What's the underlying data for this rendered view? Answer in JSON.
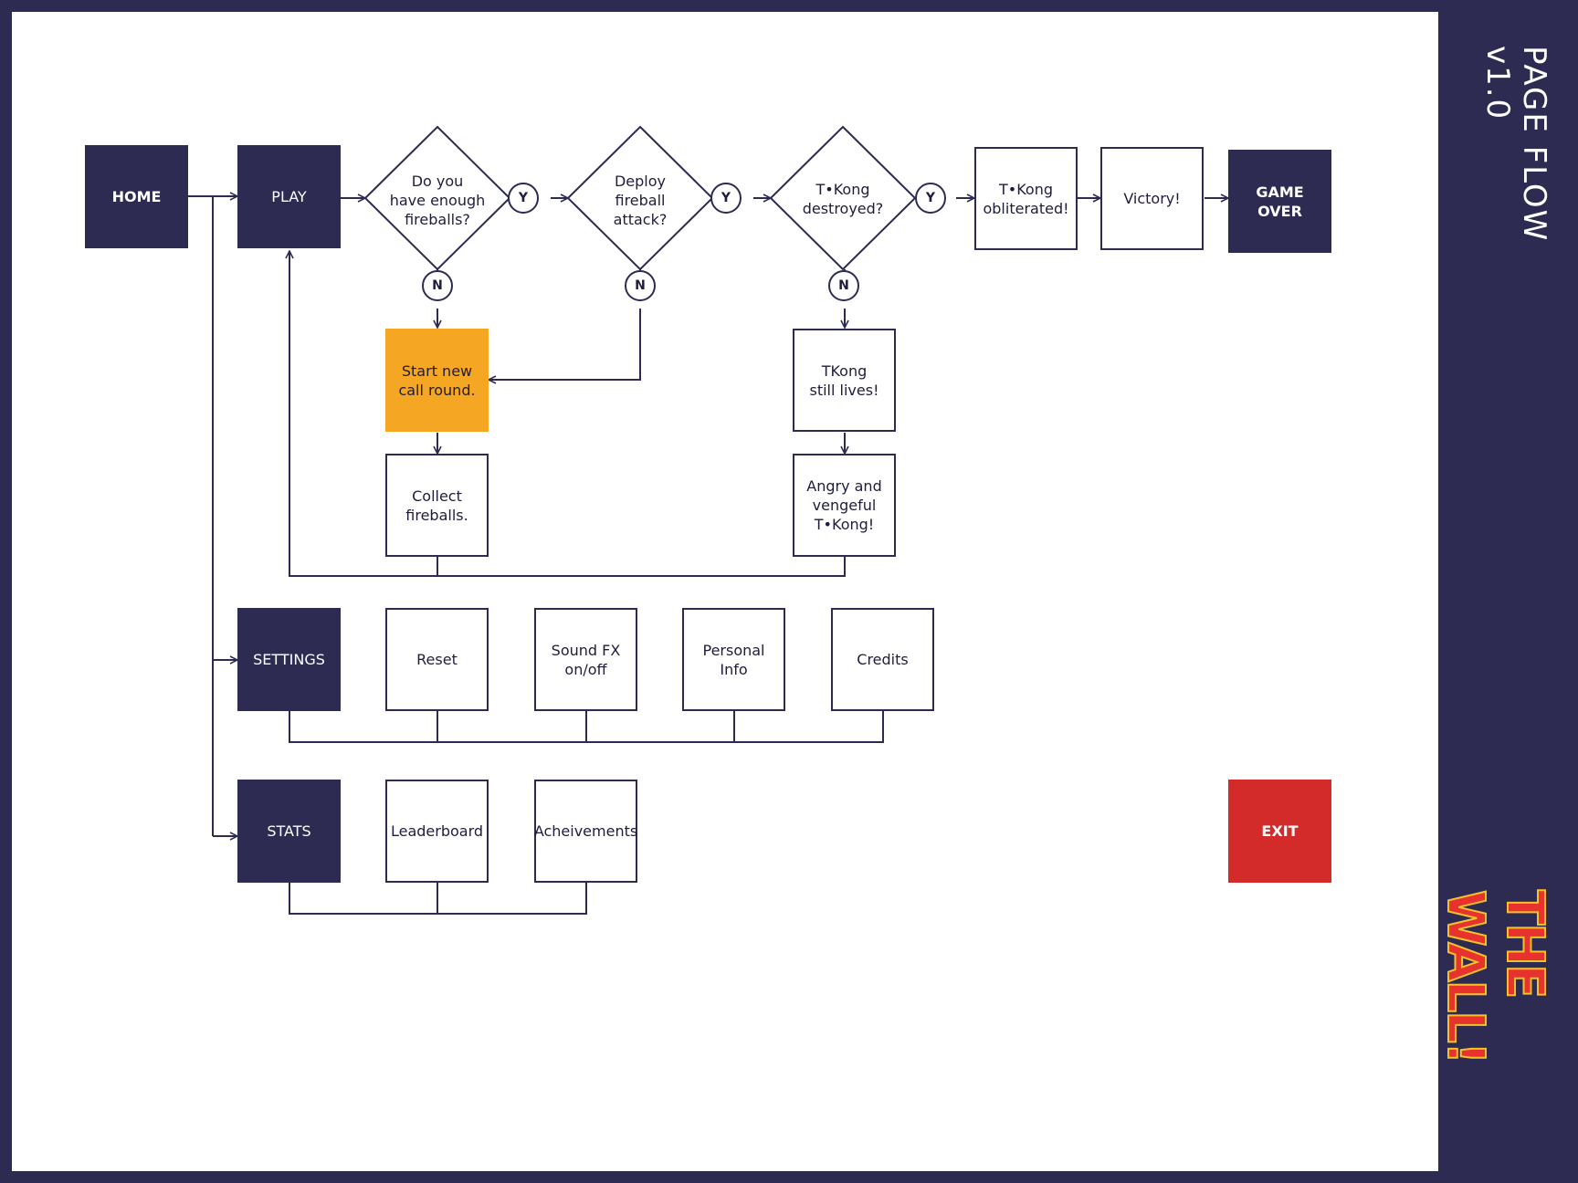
{
  "title": "PAGE FLOW v1.0",
  "logo_text": "THE WALL!",
  "colors": {
    "navy": "#2d2b52",
    "orange": "#f5a623",
    "red": "#d32a2a",
    "white": "#ffffff"
  },
  "nodes": {
    "home": "HOME",
    "play": "PLAY",
    "settings": "SETTINGS",
    "stats": "STATS",
    "fireballs_question": "Do you\nhave enough\nfireballs?",
    "deploy_question": "Deploy\nfireball\nattack?",
    "destroyed_question": "T•Kong\ndestroyed?",
    "obliterated": "T•Kong\nobliterated!",
    "victory": "Victory!",
    "game_over": "GAME\nOVER",
    "start_new_round": "Start new\ncall round.",
    "collect_fireballs": "Collect\nfireballs.",
    "still_lives": "TKong\nstill lives!",
    "angry": "Angry and\nvengeful\nT•Kong!",
    "reset": "Reset",
    "sound_fx": "Sound FX\non/off",
    "personal_info": "Personal\nInfo",
    "credits": "Credits",
    "leaderboard": "Leaderboard",
    "achievements": "Acheivements",
    "exit": "EXIT"
  },
  "badges": {
    "yes": "Y",
    "no": "N"
  }
}
